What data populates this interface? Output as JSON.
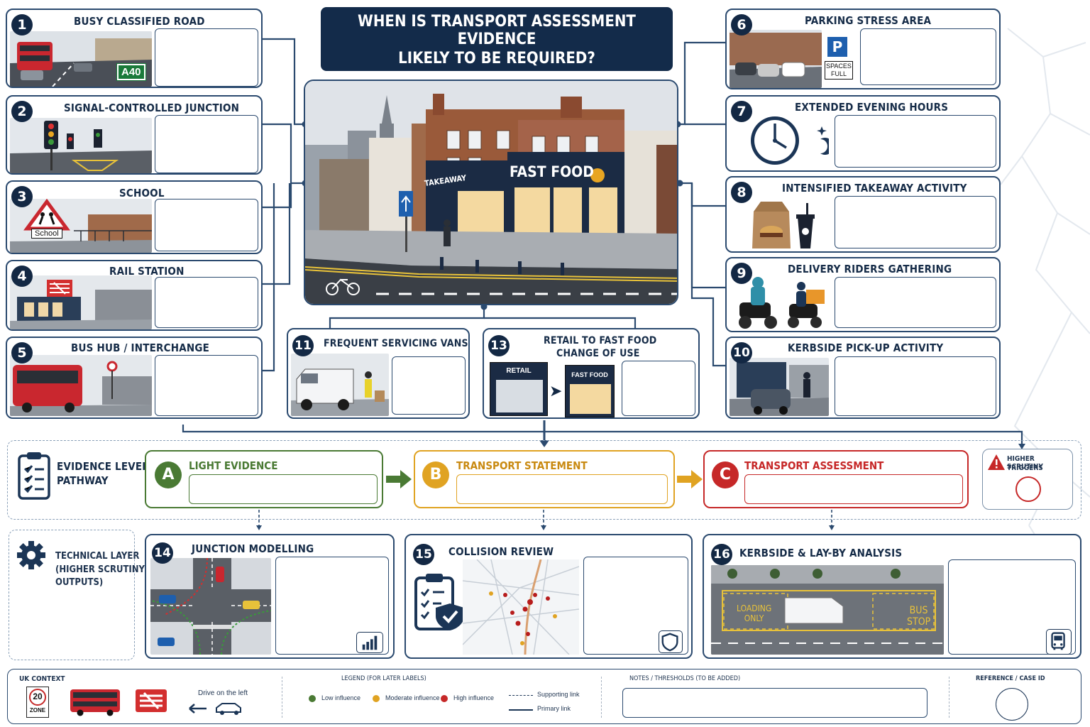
{
  "header": {
    "title_line1": "WHEN IS TRANSPORT ASSESSMENT EVIDENCE",
    "title_line2": "LIKELY TO BE REQUIRED?",
    "subtitle": "High Street Fast Food Restaurant (UK)"
  },
  "scene": {
    "sign_fast_food": "FAST FOOD",
    "sign_takeaway": "TAKEAWAY"
  },
  "factors": [
    {
      "num": "1",
      "title": "BUSY CLASSIFIED ROAD",
      "road_sign": "A40"
    },
    {
      "num": "2",
      "title": "SIGNAL-CONTROLLED JUNCTION"
    },
    {
      "num": "3",
      "title": "SCHOOL",
      "sign": "School"
    },
    {
      "num": "4",
      "title": "RAIL STATION"
    },
    {
      "num": "5",
      "title": "BUS HUB / INTERCHANGE"
    },
    {
      "num": "6",
      "title": "PARKING STRESS AREA",
      "sign_top": "SPACES",
      "sign_bottom": "FULL"
    },
    {
      "num": "7",
      "title": "EXTENDED EVENING HOURS"
    },
    {
      "num": "8",
      "title": "INTENSIFIED TAKEAWAY ACTIVITY"
    },
    {
      "num": "9",
      "title": "DELIVERY RIDERS GATHERING"
    },
    {
      "num": "10",
      "title": "KERBSIDE PICK-UP ACTIVITY"
    },
    {
      "num": "11",
      "title": "FREQUENT SERVICING VANS"
    },
    {
      "num": "13",
      "title_line1": "RETAIL TO FAST FOOD",
      "title_line2": "CHANGE OF USE",
      "from_label": "RETAIL",
      "to_label": "FAST FOOD"
    }
  ],
  "pathway": {
    "label_line1": "EVIDENCE LEVEL",
    "label_line2": "PATHWAY",
    "levels": [
      {
        "badge": "A",
        "title": "LIGHT EVIDENCE",
        "color": "#4a7a34"
      },
      {
        "badge": "B",
        "title": "TRANSPORT STATEMENT",
        "color": "#e0a322"
      },
      {
        "badge": "C",
        "title": "TRANSPORT ASSESSMENT",
        "color": "#c62828"
      }
    ],
    "triggers_line1": "HIGHER SCRUTINY",
    "triggers_line2": "TRIGGERS"
  },
  "technical": {
    "label_line1": "TECHNICAL LAYER",
    "label_line2": "(HIGHER SCRUTINY",
    "label_line3": "OUTPUTS)",
    "outputs": [
      {
        "num": "14",
        "title": "JUNCTION MODELLING",
        "icon": "bar-chart-icon"
      },
      {
        "num": "15",
        "title": "COLLISION REVIEW",
        "icon": "shield-icon"
      },
      {
        "num": "16",
        "title": "KERBSIDE & LAY-BY ANALYSIS",
        "icon": "bus-icon",
        "bay_line1": "LOADING",
        "bay_line2": "ONLY",
        "stop_line1": "BUS",
        "stop_line2": "STOP"
      }
    ]
  },
  "footer": {
    "uk_context": "UK CONTEXT",
    "zone_speed": "20",
    "zone_label": "ZONE",
    "drive_left": "Drive on the left",
    "legend_title": "LEGEND (FOR LATER LABELS)",
    "legend_items": [
      {
        "label": "Low influence",
        "color": "#4a7a34"
      },
      {
        "label": "Moderate influence",
        "color": "#e0a322"
      },
      {
        "label": "High influence",
        "color": "#c62828"
      }
    ],
    "supporting_link": "Supporting link",
    "primary_link": "Primary link",
    "notes_title": "NOTES / THRESHOLDS (TO BE ADDED)",
    "reference_title": "REFERENCE / CASE ID"
  }
}
